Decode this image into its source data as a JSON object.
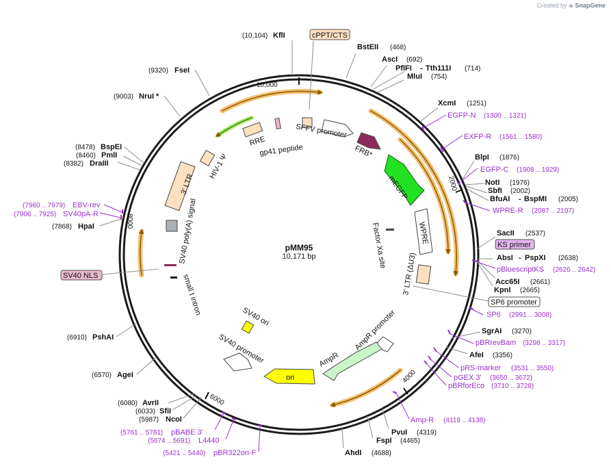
{
  "watermark": {
    "prefix": "Created by",
    "brand": "SnapGene"
  },
  "plasmid": {
    "name": "pMM95",
    "length_label": "10,171 bp",
    "length_bp": 10171
  },
  "ruler_ticks": [
    {
      "label": "10,000",
      "bp": 10000
    },
    {
      "label": "2000",
      "bp": 2000
    },
    {
      "label": "4000",
      "bp": 4000
    },
    {
      "label": "6000",
      "bp": 6000
    },
    {
      "label": "8000",
      "bp": 8000
    }
  ],
  "enzymes": [
    {
      "name": "KflI",
      "pos": "(10,104)"
    },
    {
      "name": "BstEII",
      "pos": "(468)"
    },
    {
      "name": "AscI",
      "pos": "(692)"
    },
    {
      "name": "PflFI",
      "name2": "Tth111I",
      "pos": "(714)"
    },
    {
      "name": "MluI",
      "pos": "(754)"
    },
    {
      "name": "XcmI",
      "pos": "(1251)"
    },
    {
      "name": "BlpI",
      "pos": "(1876)"
    },
    {
      "name": "NotI",
      "pos": "(1976)"
    },
    {
      "name": "SbfI",
      "pos": "(2002)"
    },
    {
      "name": "BfuAI",
      "name2": "BspMI",
      "pos": "(2005)"
    },
    {
      "name": "SacII",
      "pos": "(2537)"
    },
    {
      "name": "AbsI",
      "name2": "PspXI",
      "pos": "(2638)"
    },
    {
      "name": "Acc65I",
      "pos": "(2661)"
    },
    {
      "name": "KpnI",
      "pos": "(2665)"
    },
    {
      "name": "SgrAI",
      "pos": "(3270)"
    },
    {
      "name": "AfeI",
      "pos": "(3356)"
    },
    {
      "name": "PvuI",
      "pos": "(4319)"
    },
    {
      "name": "FspI",
      "pos": "(4465)"
    },
    {
      "name": "AhdI",
      "pos": "(4688)"
    },
    {
      "name": "NcoI",
      "pos": "(5987)"
    },
    {
      "name": "SfiI",
      "pos": "(6033)"
    },
    {
      "name": "AvrII",
      "pos": "(6080)"
    },
    {
      "name": "AgeI",
      "pos": "(6570)"
    },
    {
      "name": "PshAI",
      "pos": "(6910)"
    },
    {
      "name": "HpaI",
      "pos": "(7868)"
    },
    {
      "name": "DraIII",
      "pos": "(8382)"
    },
    {
      "name": "PmlI",
      "pos": "(8460)"
    },
    {
      "name": "BspEI",
      "pos": "(8478)"
    },
    {
      "name": "NruI *",
      "pos": "(9003)"
    },
    {
      "name": "FseI",
      "pos": "(9320)"
    }
  ],
  "primers": [
    {
      "name": "EGFP-N",
      "range": "(1300 .. 1321)"
    },
    {
      "name": "EXFP-R",
      "range": "(1561 .. 1580)"
    },
    {
      "name": "EGFP-C",
      "range": "(1908 .. 1929)"
    },
    {
      "name": "WPRE-R",
      "range": "(2087 .. 2107)"
    },
    {
      "name": "pBluescriptKS",
      "range": "(2626 .. 2642)"
    },
    {
      "name": "SP6",
      "range": "(2991 .. 3008)"
    },
    {
      "name": "pBRrevBam",
      "range": "(3298 .. 3317)"
    },
    {
      "name": "pRS-marker",
      "range": "(3531 .. 3550)"
    },
    {
      "name": "pGEX 3'",
      "range": "(3650 .. 3672)"
    },
    {
      "name": "pBRforEco",
      "range": "(3710 .. 3728)"
    },
    {
      "name": "Amp-R",
      "range": "(4119 .. 4138)"
    },
    {
      "name": "pBR322ori-F",
      "range": "(5421 .. 5440)"
    },
    {
      "name": "L4440",
      "range": "(5674 .. 5691)"
    },
    {
      "name": "pBABE 3'",
      "range": "(5761 .. 5781)"
    },
    {
      "name": "SV40pA-R",
      "range": "(7906 .. 7925)"
    },
    {
      "name": "EBV-rev",
      "range": "(7960 .. 7979)"
    }
  ],
  "boxed_labels": [
    {
      "name": "cPPT/CTS"
    },
    {
      "name": "KS primer"
    },
    {
      "name": "SP6 promoter"
    },
    {
      "name": "SV40 NLS"
    }
  ],
  "features": [
    {
      "name": "SFFV promoter"
    },
    {
      "name": "FRB*"
    },
    {
      "name": "mEGFP"
    },
    {
      "name": "WPRE"
    },
    {
      "name": "Factor Xa site"
    },
    {
      "name": "3' LTR (ΔU3)"
    },
    {
      "name": "AmpR promoter"
    },
    {
      "name": "AmpR"
    },
    {
      "name": "ori"
    },
    {
      "name": "SV40 promoter"
    },
    {
      "name": "SV40 ori"
    },
    {
      "name": "small t intron"
    },
    {
      "name": "SV40 poly(A) signal"
    },
    {
      "name": "3' LTR"
    },
    {
      "name": "HIV-1 Ψ"
    },
    {
      "name": "RRE"
    },
    {
      "name": "gp41 peptide"
    }
  ],
  "colors": {
    "backbone": "#1a1a1a",
    "orf_arrow": "#f2c173",
    "orf_stroke": "#8b5a00",
    "primer": "#9b2fd0",
    "egfp": "#22e022",
    "frb": "#8b2a5a",
    "ori": "#ffff00",
    "ampr": "#c9f5c9",
    "ltr": "#fde0c0",
    "nls_fill": "#e8b8cc",
    "ks_fill": "#e2b4f0"
  }
}
